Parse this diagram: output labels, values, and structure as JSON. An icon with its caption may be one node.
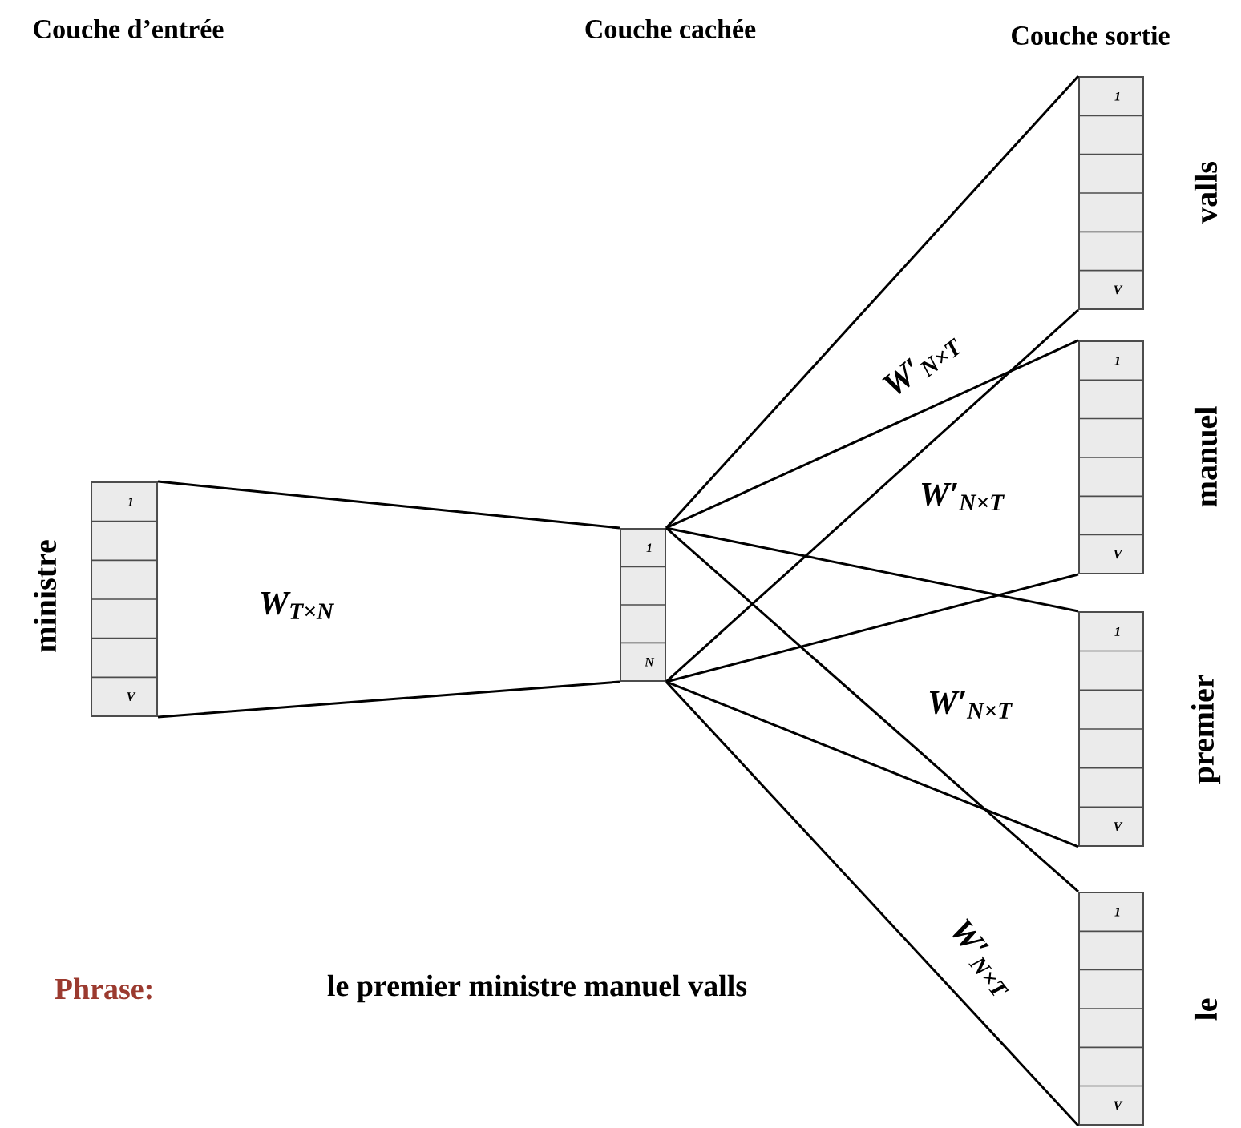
{
  "diagram": {
    "nodes": [
      {
        "text": [
          "1",
          "V"
        ],
        "beside": [
          "ministre"
        ]
      },
      {
        "text": [
          "1",
          "N"
        ]
      },
      {
        "text": [
          "1",
          "V"
        ],
        "beside": [
          "valls"
        ]
      },
      {
        "text": [
          "1",
          "V"
        ],
        "beside": [
          "manuel"
        ]
      },
      {
        "text": [
          "1",
          "V"
        ],
        "beside": [
          "premier"
        ]
      },
      {
        "text": [
          "1",
          "V"
        ],
        "beside": [
          "le"
        ]
      }
    ],
    "edges": [
      {
        "from": 0,
        "to": 1,
        "arrow": "none"
      },
      {
        "from": 0,
        "to": 1,
        "arrow": "none"
      },
      {
        "from": 1,
        "to": 2,
        "arrow": "none"
      },
      {
        "from": 1,
        "to": 2,
        "arrow": "none"
      },
      {
        "from": 1,
        "to": 3,
        "arrow": "none"
      },
      {
        "from": 1,
        "to": 3,
        "arrow": "none"
      },
      {
        "from": 1,
        "to": 4,
        "arrow": "none"
      },
      {
        "from": 1,
        "to": 4,
        "arrow": "none"
      },
      {
        "from": 1,
        "to": 5,
        "arrow": "none"
      },
      {
        "from": 1,
        "to": 5,
        "arrow": "none"
      }
    ],
    "labels": [
      "Couche d’entrée",
      "Couche cachée",
      "Couche sortie",
      "W$_{T×N}$",
      "W′$_{N×T}$",
      "W′$_{N×T}$",
      "W′$_{N×T}$",
      "W′$_{N×T}$",
      "Phrase:",
      "le premier ministre manuel valls"
    ]
  }
}
